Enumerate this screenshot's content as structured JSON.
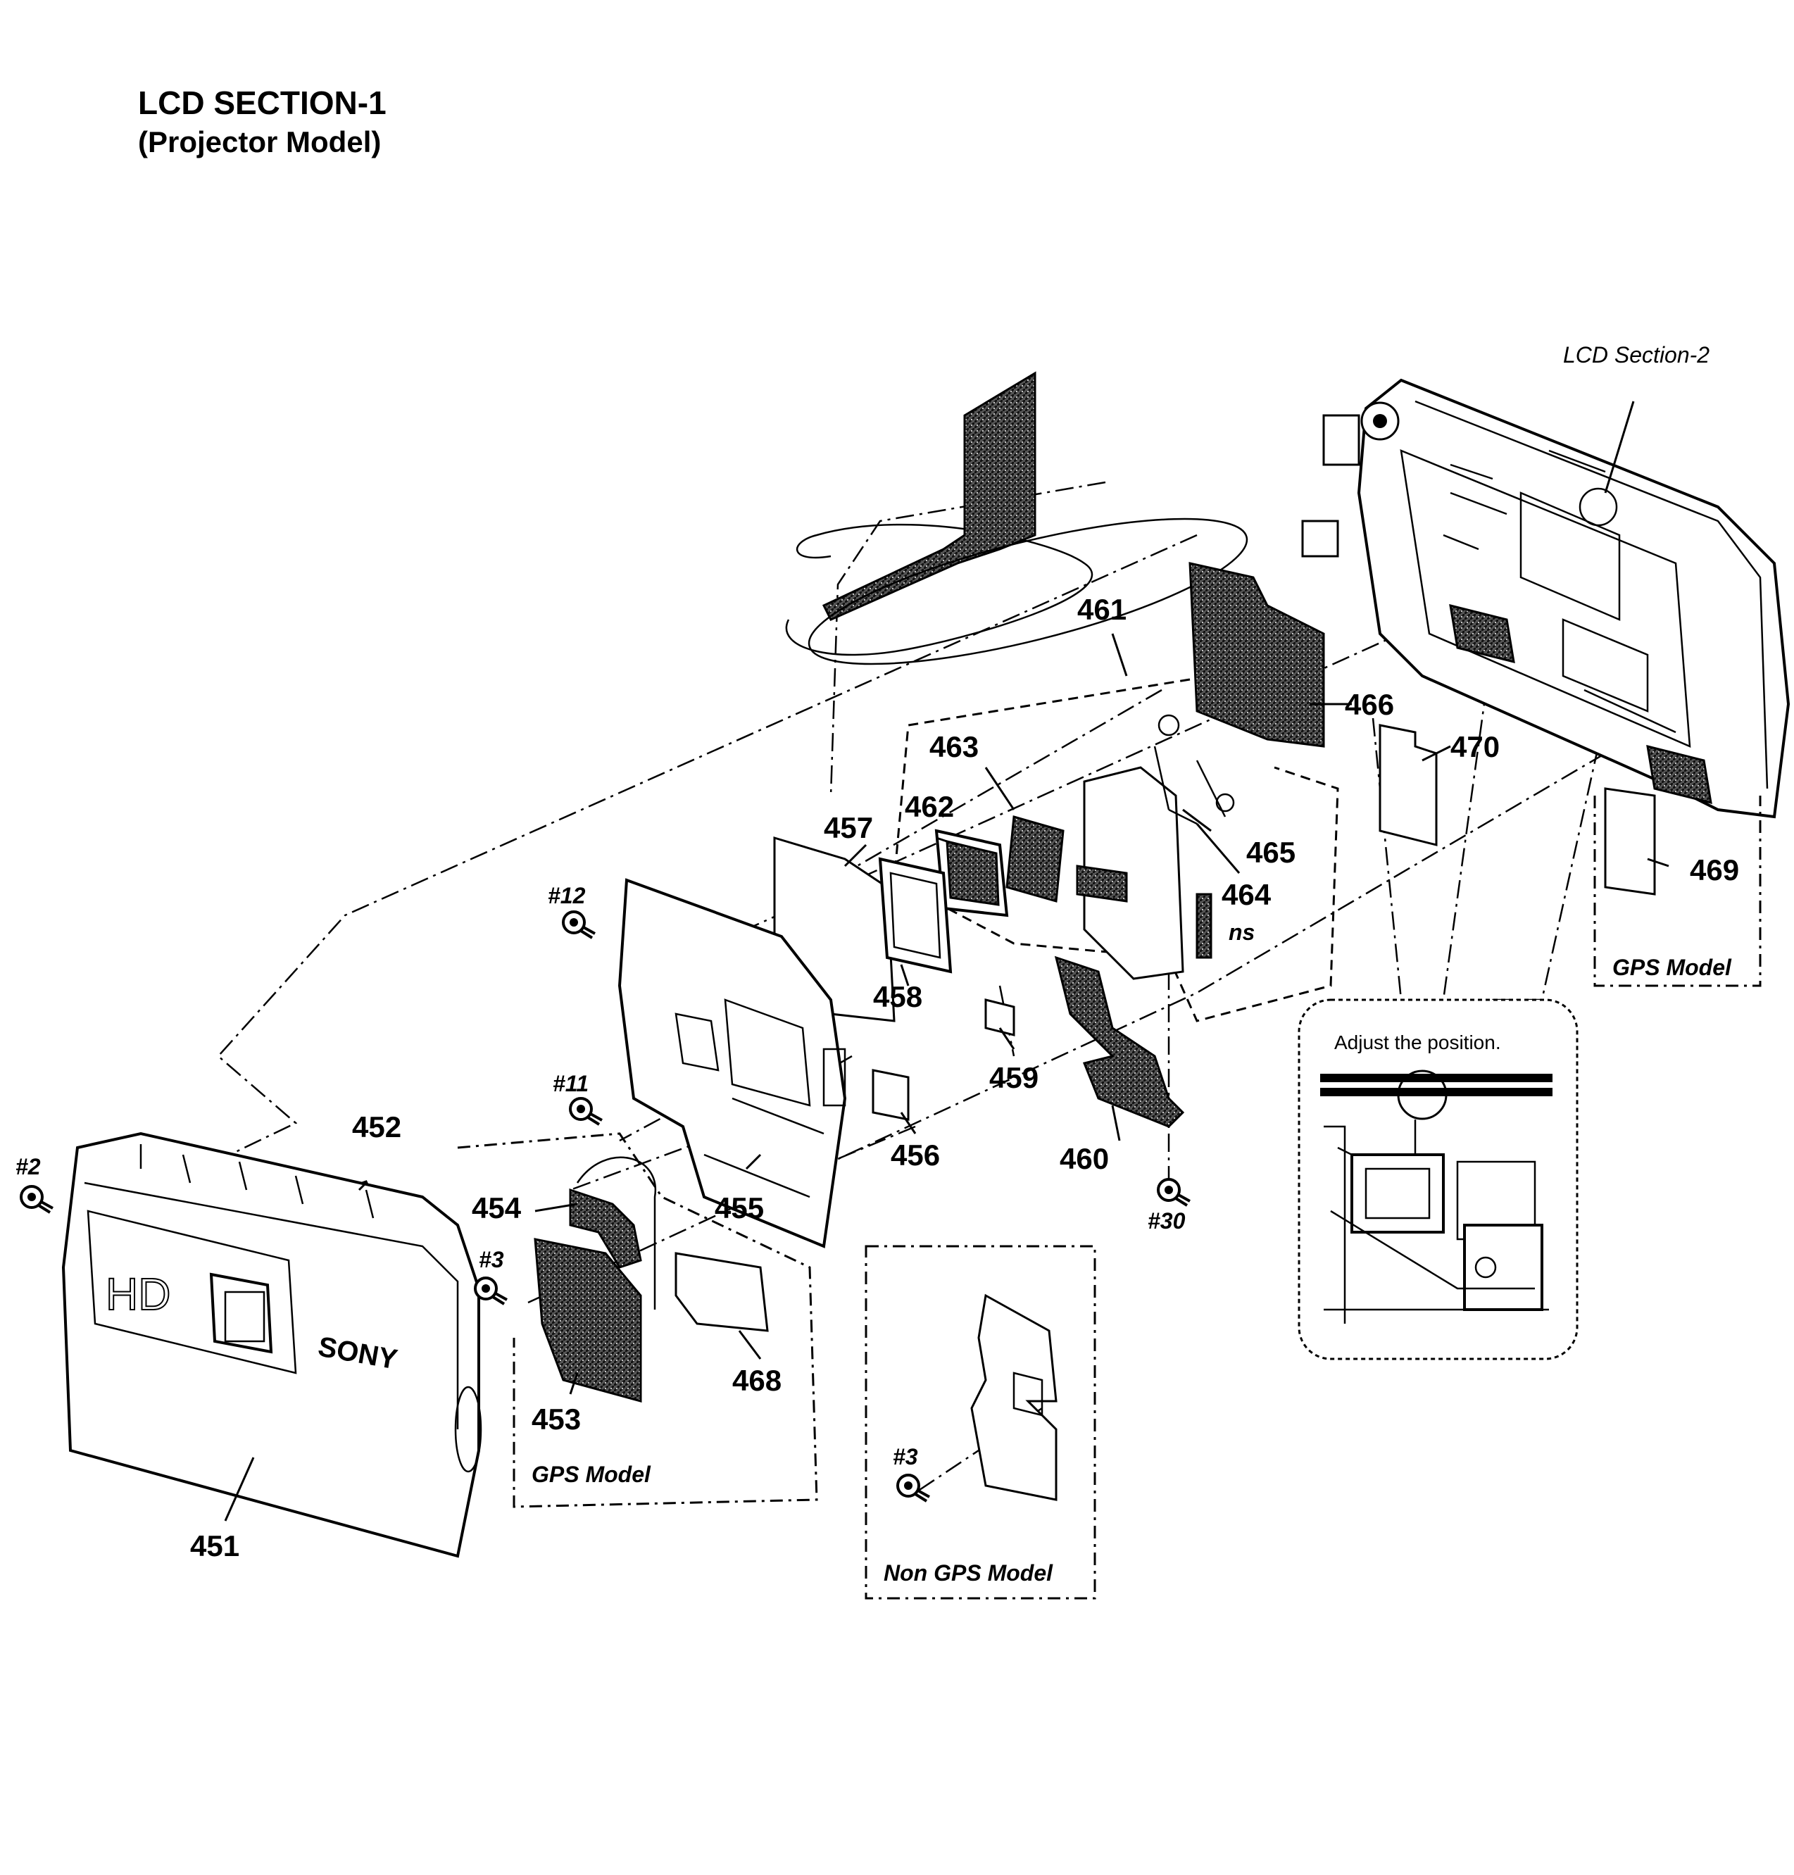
{
  "title": {
    "line1": "LCD SECTION-1",
    "line2": "(Projector Model)"
  },
  "reference_label": "LCD Section-2",
  "inset_note": "Adjust the position.",
  "models": {
    "gps_left": "GPS Model",
    "gps_right": "GPS Model",
    "non_gps": "Non GPS Model"
  },
  "parts": {
    "p451": "451",
    "p452": "452",
    "p453": "453",
    "p454": "454",
    "p455": "455",
    "p456": "456",
    "p457": "457",
    "p458": "458",
    "p459": "459",
    "p460": "460",
    "p461": "461",
    "p462": "462",
    "p463": "463",
    "p464": "464",
    "p465": "465",
    "p466": "466",
    "p468": "468",
    "p469": "469",
    "p470": "470"
  },
  "screws": {
    "s2": "#2",
    "s3a": "#3",
    "s3b": "#3",
    "s11": "#11",
    "s12": "#12",
    "s30": "#30"
  },
  "marks": {
    "ns": "ns",
    "hd_logo": "HD",
    "brand": "SONY"
  }
}
